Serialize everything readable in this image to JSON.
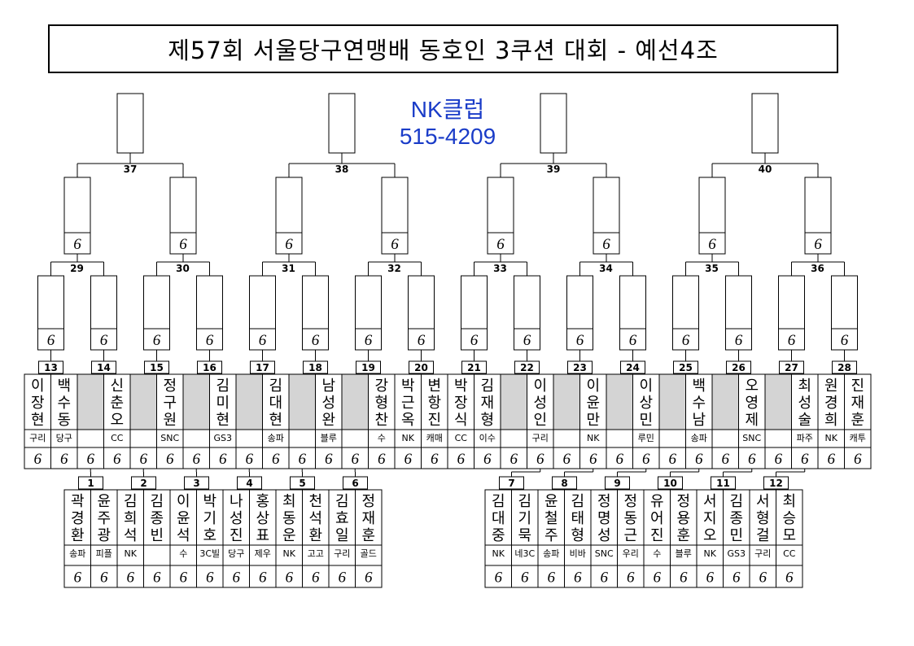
{
  "title": "제57회 서울당구연맹배 동호인 3쿠션 대회 - 예선4조",
  "club": {
    "name": "NK클럽",
    "phone": "515-4209"
  },
  "target_mark": "6",
  "round1": [
    {
      "num": "1",
      "players": [
        {
          "name": "곽경환",
          "club": "송파"
        },
        {
          "name": "윤주광",
          "club": "피플"
        }
      ]
    },
    {
      "num": "2",
      "players": [
        {
          "name": "김희석",
          "club": "NK"
        },
        {
          "name": "김종빈",
          "club": ""
        }
      ]
    },
    {
      "num": "3",
      "players": [
        {
          "name": "이윤석",
          "club": "수"
        },
        {
          "name": "박기호",
          "club": "3C빌"
        }
      ]
    },
    {
      "num": "4",
      "players": [
        {
          "name": "나성진",
          "club": "당구"
        },
        {
          "name": "홍상표",
          "club": "제우"
        }
      ]
    },
    {
      "num": "5",
      "players": [
        {
          "name": "최동운",
          "club": "NK"
        },
        {
          "name": "천석환",
          "club": "고고"
        }
      ]
    },
    {
      "num": "6",
      "players": [
        {
          "name": "김효일",
          "club": "구리"
        },
        {
          "name": "정재훈",
          "club": "골드"
        }
      ]
    },
    {
      "num": "7",
      "players": [
        {
          "name": "김대중",
          "club": "NK"
        },
        {
          "name": "김기묵",
          "club": "네3C"
        }
      ]
    },
    {
      "num": "8",
      "players": [
        {
          "name": "윤철주",
          "club": "송파"
        },
        {
          "name": "김태형",
          "club": "비바"
        }
      ]
    },
    {
      "num": "9",
      "players": [
        {
          "name": "정명성",
          "club": "SNC"
        },
        {
          "name": "정동근",
          "club": "우리"
        }
      ]
    },
    {
      "num": "10",
      "players": [
        {
          "name": "유어진",
          "club": "수"
        },
        {
          "name": "정용훈",
          "club": "블루"
        }
      ]
    },
    {
      "num": "11",
      "players": [
        {
          "name": "서지오",
          "club": "NK"
        },
        {
          "name": "김종민",
          "club": "GS3"
        }
      ]
    },
    {
      "num": "12",
      "players": [
        {
          "name": "서형걸",
          "club": "구리"
        },
        {
          "name": "최승모",
          "club": "CC"
        }
      ]
    }
  ],
  "round2": [
    {
      "num": "13",
      "players": [
        {
          "name": "이장현",
          "club": "구리"
        },
        {
          "name": "백수동",
          "club": "당구"
        }
      ]
    },
    {
      "num": "14",
      "players": [
        {
          "name": "",
          "club": ""
        },
        {
          "name": "신춘오",
          "club": "CC"
        }
      ]
    },
    {
      "num": "15",
      "players": [
        {
          "name": "",
          "club": ""
        },
        {
          "name": "정구원",
          "club": "SNC"
        }
      ]
    },
    {
      "num": "16",
      "players": [
        {
          "name": "",
          "club": ""
        },
        {
          "name": "김미현",
          "club": "GS3"
        }
      ]
    },
    {
      "num": "17",
      "players": [
        {
          "name": "",
          "club": ""
        },
        {
          "name": "김대현",
          "club": "송파"
        }
      ]
    },
    {
      "num": "18",
      "players": [
        {
          "name": "",
          "club": ""
        },
        {
          "name": "남성완",
          "club": "블루"
        }
      ]
    },
    {
      "num": "19",
      "players": [
        {
          "name": "",
          "club": ""
        },
        {
          "name": "강형찬",
          "club": "수"
        }
      ]
    },
    {
      "num": "20",
      "players": [
        {
          "name": "박근옥",
          "club": "NK"
        },
        {
          "name": "변항진",
          "club": "캐매"
        }
      ]
    },
    {
      "num": "21",
      "players": [
        {
          "name": "박장식",
          "club": "CC"
        },
        {
          "name": "김재형",
          "club": "이수"
        }
      ]
    },
    {
      "num": "22",
      "players": [
        {
          "name": "",
          "club": ""
        },
        {
          "name": "이성인",
          "club": "구리"
        }
      ]
    },
    {
      "num": "23",
      "players": [
        {
          "name": "",
          "club": ""
        },
        {
          "name": "이윤만",
          "club": "NK"
        }
      ]
    },
    {
      "num": "24",
      "players": [
        {
          "name": "",
          "club": ""
        },
        {
          "name": "이상민",
          "club": "루민"
        }
      ]
    },
    {
      "num": "25",
      "players": [
        {
          "name": "",
          "club": ""
        },
        {
          "name": "백수남",
          "club": "송파"
        }
      ]
    },
    {
      "num": "26",
      "players": [
        {
          "name": "",
          "club": ""
        },
        {
          "name": "오영제",
          "club": "SNC"
        }
      ]
    },
    {
      "num": "27",
      "players": [
        {
          "name": "",
          "club": ""
        },
        {
          "name": "최성술",
          "club": "파주"
        }
      ]
    },
    {
      "num": "28",
      "players": [
        {
          "name": "원경희",
          "club": "NK"
        },
        {
          "name": "진재훈",
          "club": "캐투"
        }
      ]
    }
  ],
  "round3": [
    "29",
    "30",
    "31",
    "32",
    "33",
    "34",
    "35",
    "36"
  ],
  "round4": [
    "37",
    "38",
    "39",
    "40"
  ]
}
